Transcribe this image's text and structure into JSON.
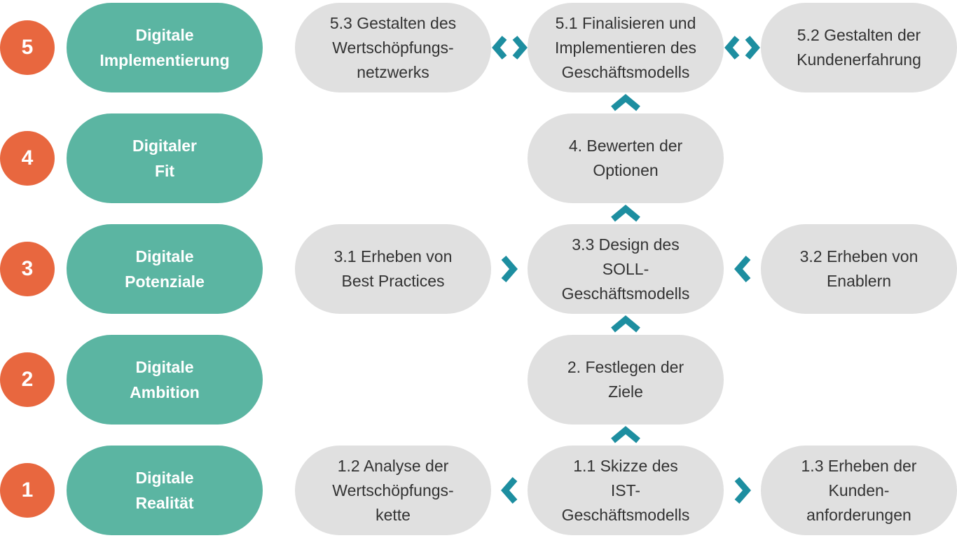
{
  "colors": {
    "badge": "#e8673f",
    "phase": "#5bb5a2",
    "step": "#e0e0e0",
    "arrow": "#1d8ea0"
  },
  "phases": [
    {
      "number": "5",
      "label": "Digitale\nImplementierung"
    },
    {
      "number": "4",
      "label": "Digitaler\nFit"
    },
    {
      "number": "3",
      "label": "Digitale\nPotenziale"
    },
    {
      "number": "2",
      "label": "Digitale\nAmbition"
    },
    {
      "number": "1",
      "label": "Digitale\nRealität"
    }
  ],
  "steps": {
    "s5_3": "5.3 Gestalten des\nWertschöpfungs-\nnetzwerks",
    "s5_1": "5.1 Finalisieren und\nImplementieren des\nGeschäftsmodells",
    "s5_2": "5.2 Gestalten der\nKundenerfahrung",
    "s4": "4. Bewerten der\nOptionen",
    "s3_1": "3.1 Erheben von\nBest Practices",
    "s3_3": "3.3 Design des\nSOLL-\nGeschäftsmodells",
    "s3_2": "3.2 Erheben von\nEnablern",
    "s2": "2. Festlegen der\nZiele",
    "s1_2": "1.2 Analyse der\nWertschöpfungs-\nkette",
    "s1_1": "1.1 Skizze des\nIST-\nGeschäftsmodells",
    "s1_3": "1.3 Erheben der\nKunden-\nanforderungen"
  }
}
